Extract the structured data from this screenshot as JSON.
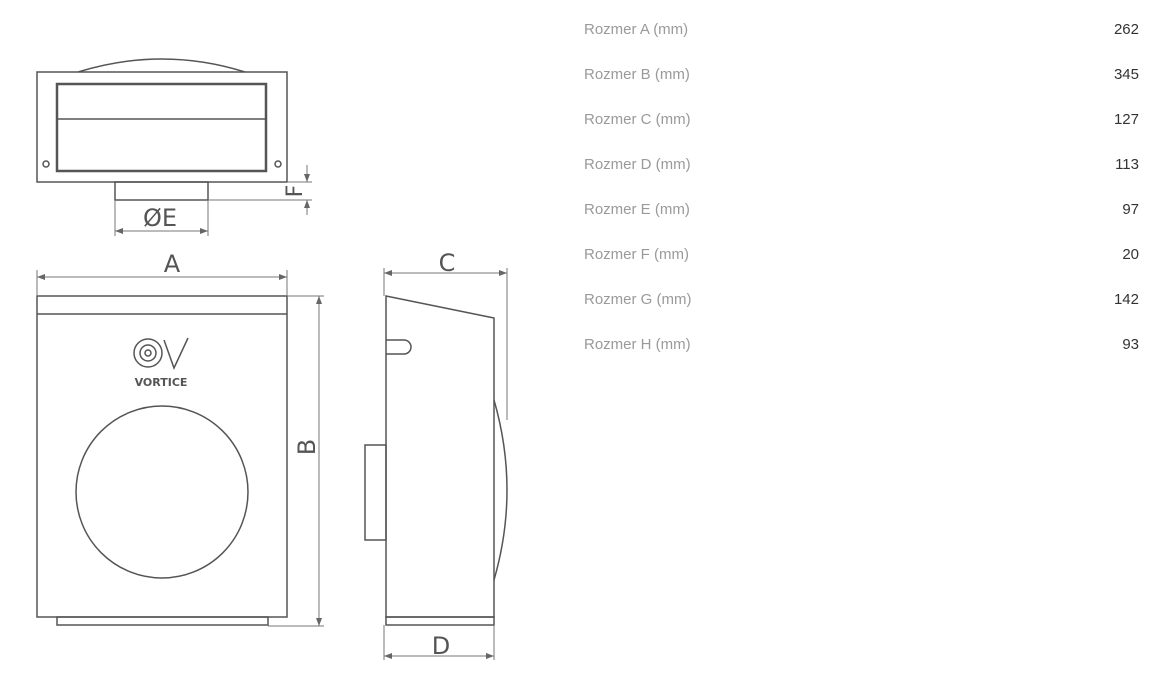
{
  "drawing": {
    "labels": {
      "A": "A",
      "B": "B",
      "C": "C",
      "D": "D",
      "E": "ØE",
      "F": "F"
    },
    "logo_text": "VORTICE"
  },
  "specs": [
    {
      "label": "Rozmer A (mm)",
      "value": "262"
    },
    {
      "label": "Rozmer B (mm)",
      "value": "345"
    },
    {
      "label": "Rozmer C (mm)",
      "value": "127"
    },
    {
      "label": "Rozmer D (mm)",
      "value": "113"
    },
    {
      "label": "Rozmer E (mm)",
      "value": "97"
    },
    {
      "label": "Rozmer F (mm)",
      "value": "20"
    },
    {
      "label": "Rozmer G (mm)",
      "value": "142"
    },
    {
      "label": "Rozmer H (mm)",
      "value": "93"
    }
  ]
}
